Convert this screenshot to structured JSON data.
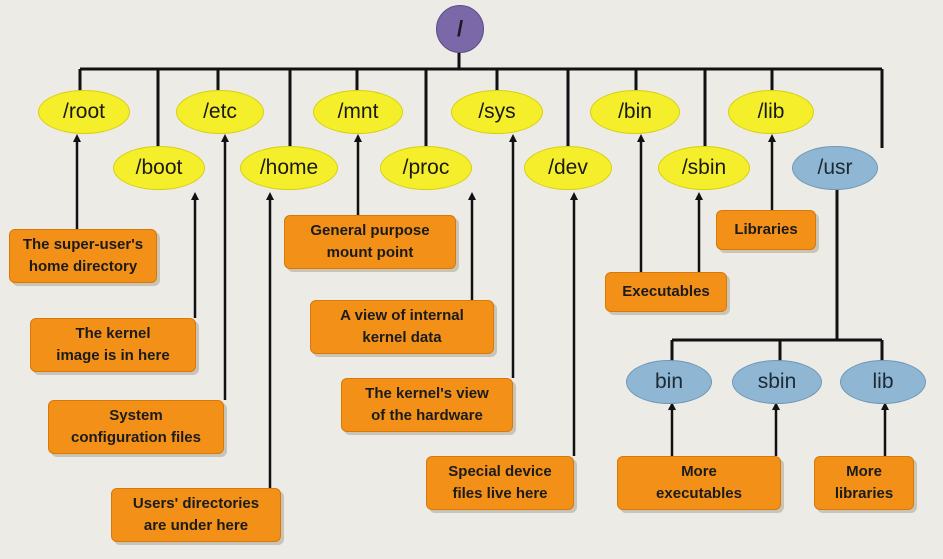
{
  "root": "/",
  "top_dirs": {
    "root": "/root",
    "boot": "/boot",
    "etc": "/etc",
    "home": "/home",
    "mnt": "/mnt",
    "proc": "/proc",
    "sys": "/sys",
    "dev": "/dev",
    "bin": "/bin",
    "sbin": "/sbin",
    "lib": "/lib",
    "usr": "/usr"
  },
  "usr_subdirs": {
    "bin": "bin",
    "sbin": "sbin",
    "lib": "lib"
  },
  "descriptions": {
    "root": "The super-user's\nhome directory",
    "boot": "The kernel\nimage is in here",
    "etc": "System\nconfiguration files",
    "home": "Users' directories\nare under here",
    "mnt": "General purpose\nmount point",
    "proc": "A view of internal\nkernel data",
    "sys": "The kernel's view\nof the hardware",
    "dev": "Special device\nfiles live here",
    "bin_sbin": "Executables",
    "lib": "Libraries",
    "usr_bin_sbin": "More\nexecutables",
    "usr_lib": "More\nlibraries"
  },
  "colors": {
    "root_node": "#7b68a8",
    "dir_node": "#f4ee2b",
    "usr_node": "#8fb6d3",
    "label_box": "#f29018",
    "connector": "#111111"
  }
}
